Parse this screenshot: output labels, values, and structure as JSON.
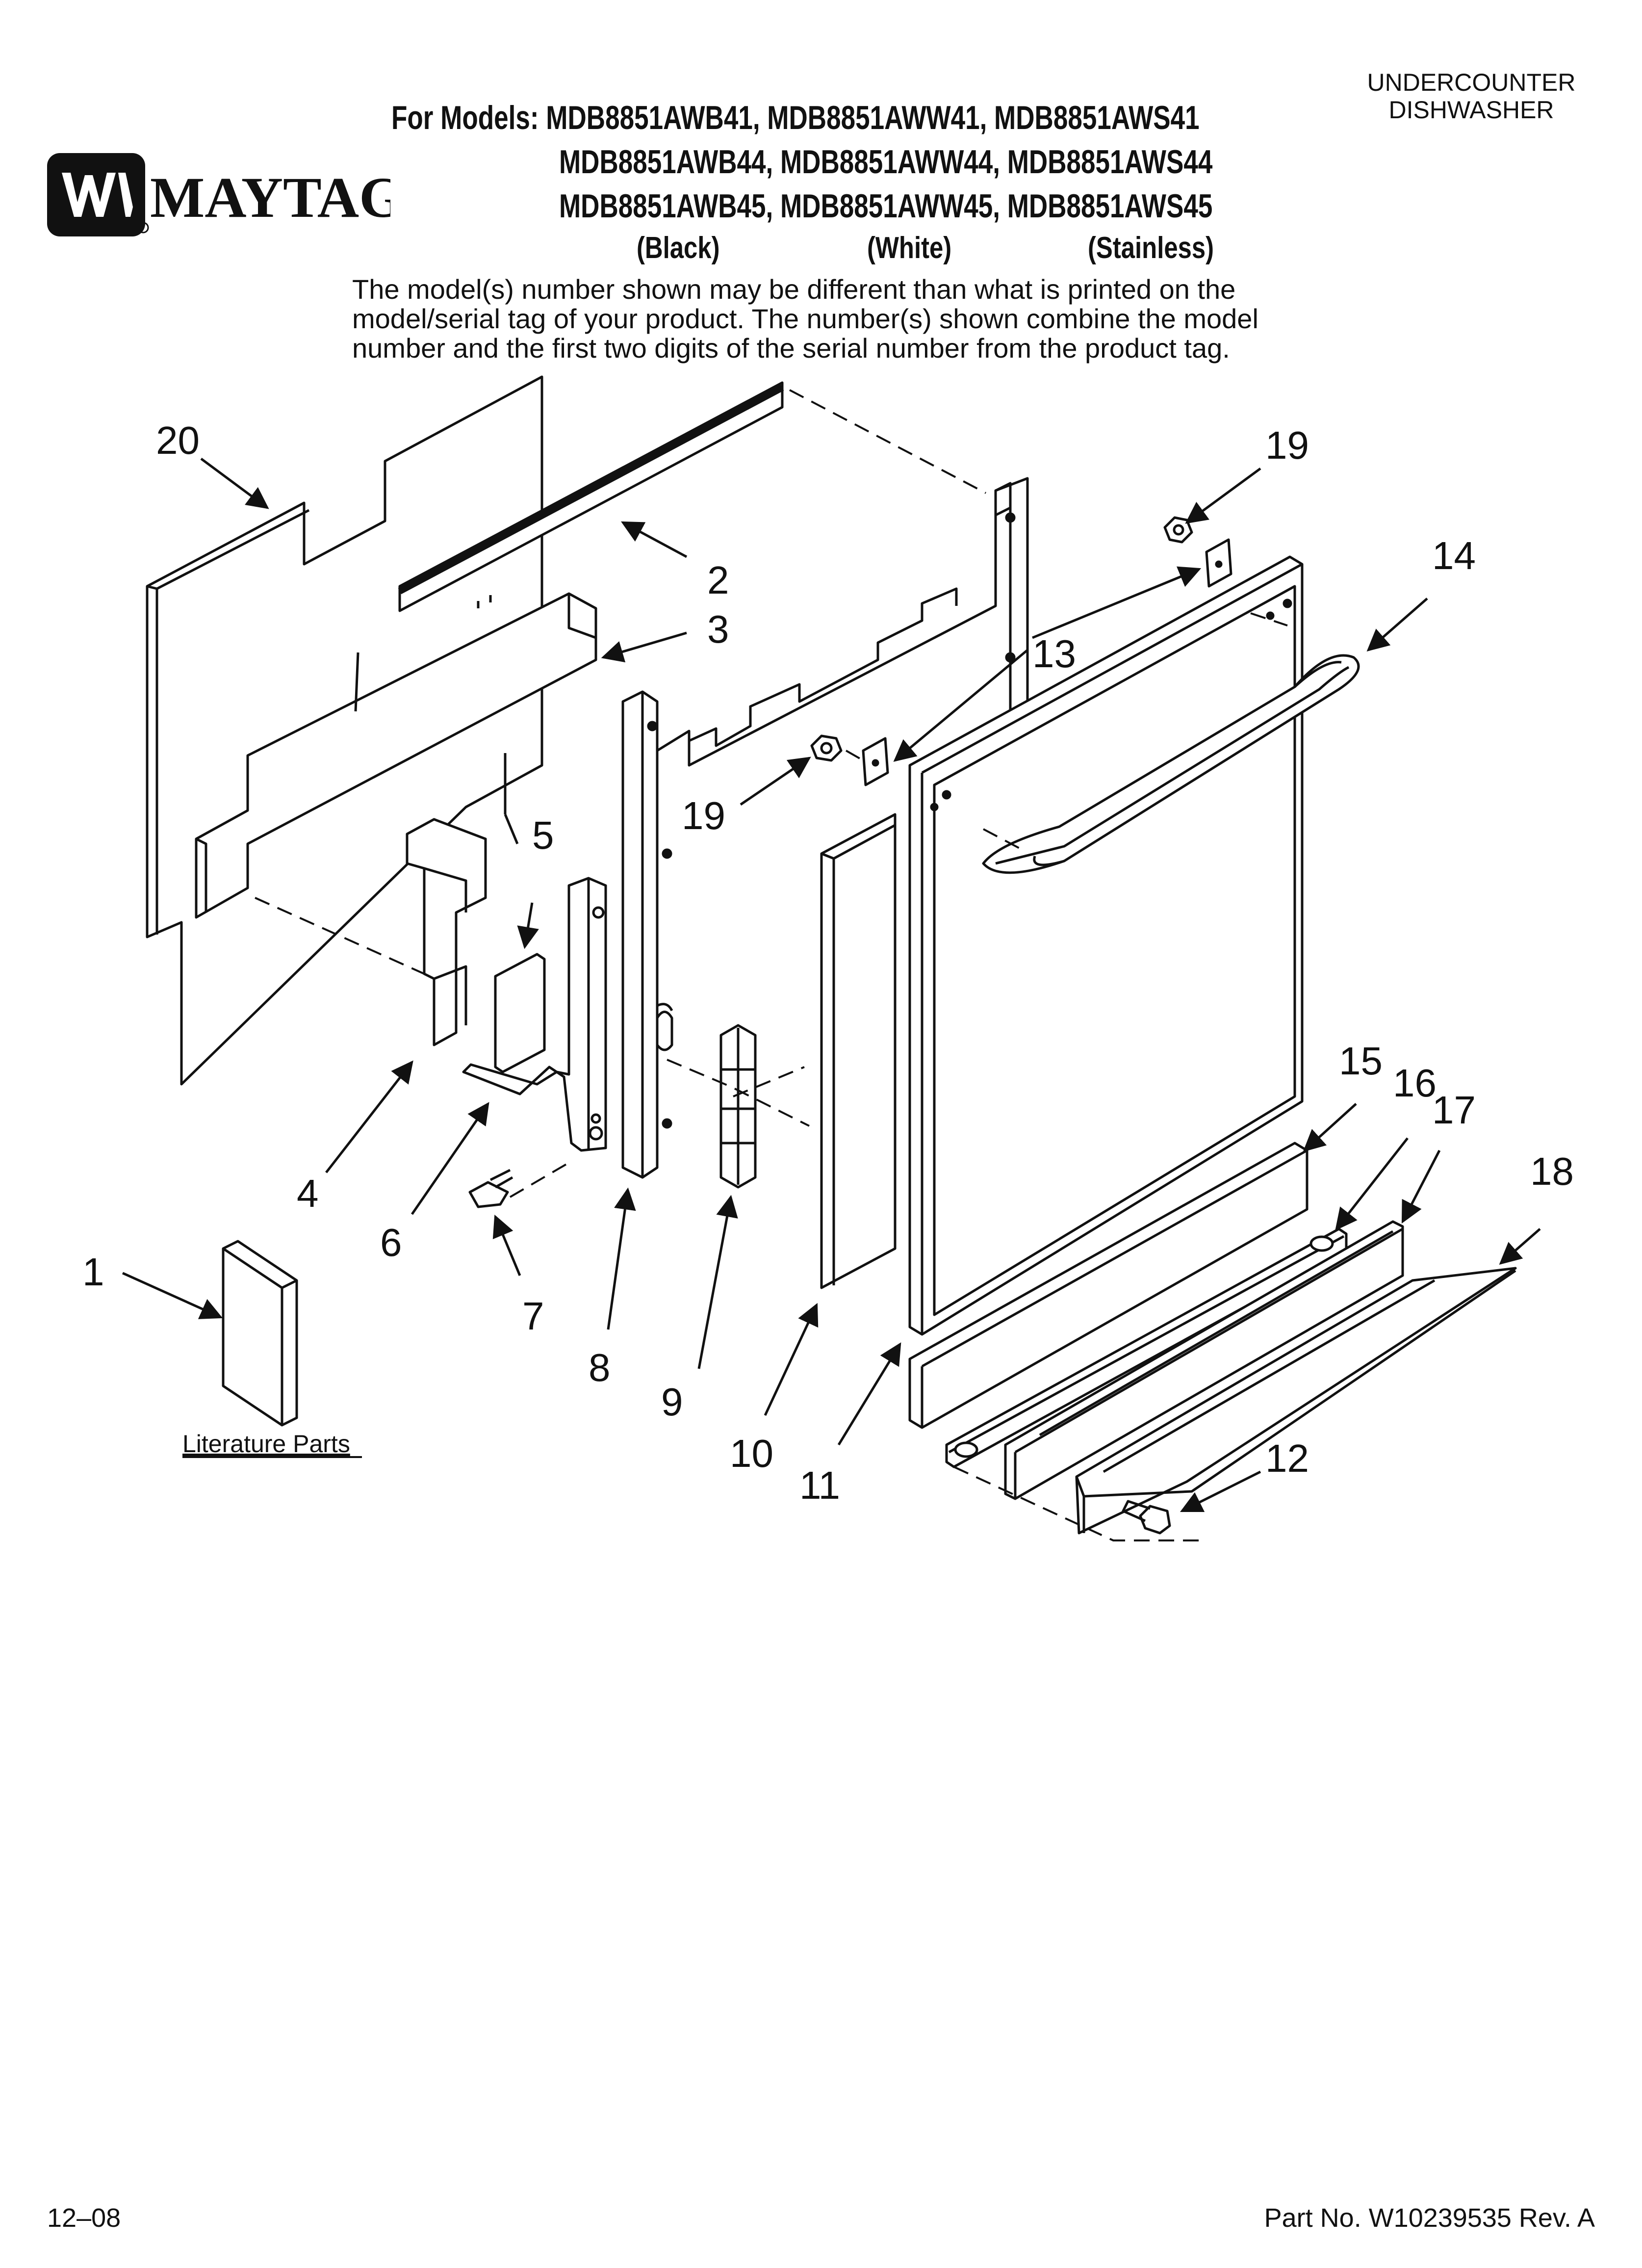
{
  "category": [
    "UNDERCOUNTER",
    "DISHWASHER"
  ],
  "brand": "MAYTAG",
  "models": {
    "prefix": "For Models:",
    "row1": "MDB8851AWB41, MDB8851AWW41, MDB8851AWS41",
    "row2": "MDB8851AWB44, MDB8851AWW44, MDB8851AWS44",
    "row3": "MDB8851AWB45, MDB8851AWW45, MDB8851AWS45",
    "colors": [
      "(Black)",
      "(White)",
      "(Stainless)"
    ]
  },
  "note": [
    "The model(s) number shown may be different than what is printed on the",
    "model/serial tag of your product. The number(s) shown combine the model",
    "number and the first two digits of the serial number from the product tag."
  ],
  "callouts": [
    "1",
    "2",
    "3",
    "4",
    "5",
    "6",
    "7",
    "8",
    "9",
    "10",
    "11",
    "12",
    "13",
    "14",
    "15",
    "16",
    "17",
    "18",
    "19",
    "19",
    "20"
  ],
  "literature_label": "Literature Parts",
  "footer": {
    "date": "12–08",
    "part_no": "Part No. W10239535 Rev. A"
  }
}
